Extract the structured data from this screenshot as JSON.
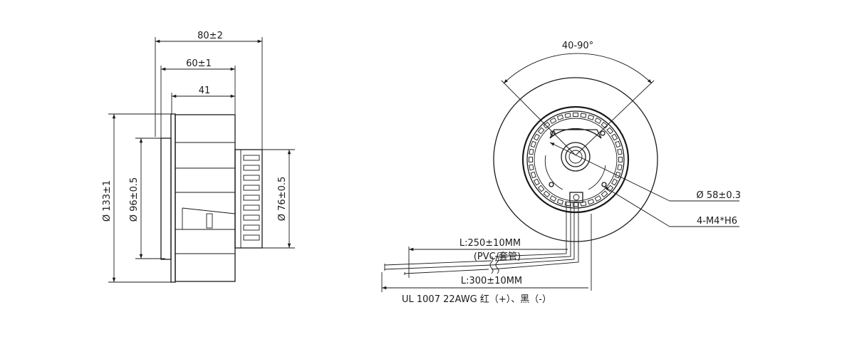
{
  "side_view": {
    "dim_total_length": "80±2",
    "dim_body_length": "60±1",
    "dim_inlet_length": "41",
    "dim_outer_dia": "Ø 133±1",
    "dim_inlet_dia": "Ø 96±0.5",
    "dim_hub_dia": "Ø 76±0.5"
  },
  "front_view": {
    "dim_angle": "40-90°",
    "dim_mount_circle": "Ø  58±0.3",
    "dim_screw": "4-M4*H6",
    "lead_short": "L:250±10MM",
    "lead_sleeve": "(PVC/套管)",
    "lead_long": "L:300±10MM",
    "wire_spec": "UL 1007 22AWG 红（+）、黑（-）"
  },
  "colors": {
    "line": "#1a1a1a",
    "background": "#ffffff"
  }
}
